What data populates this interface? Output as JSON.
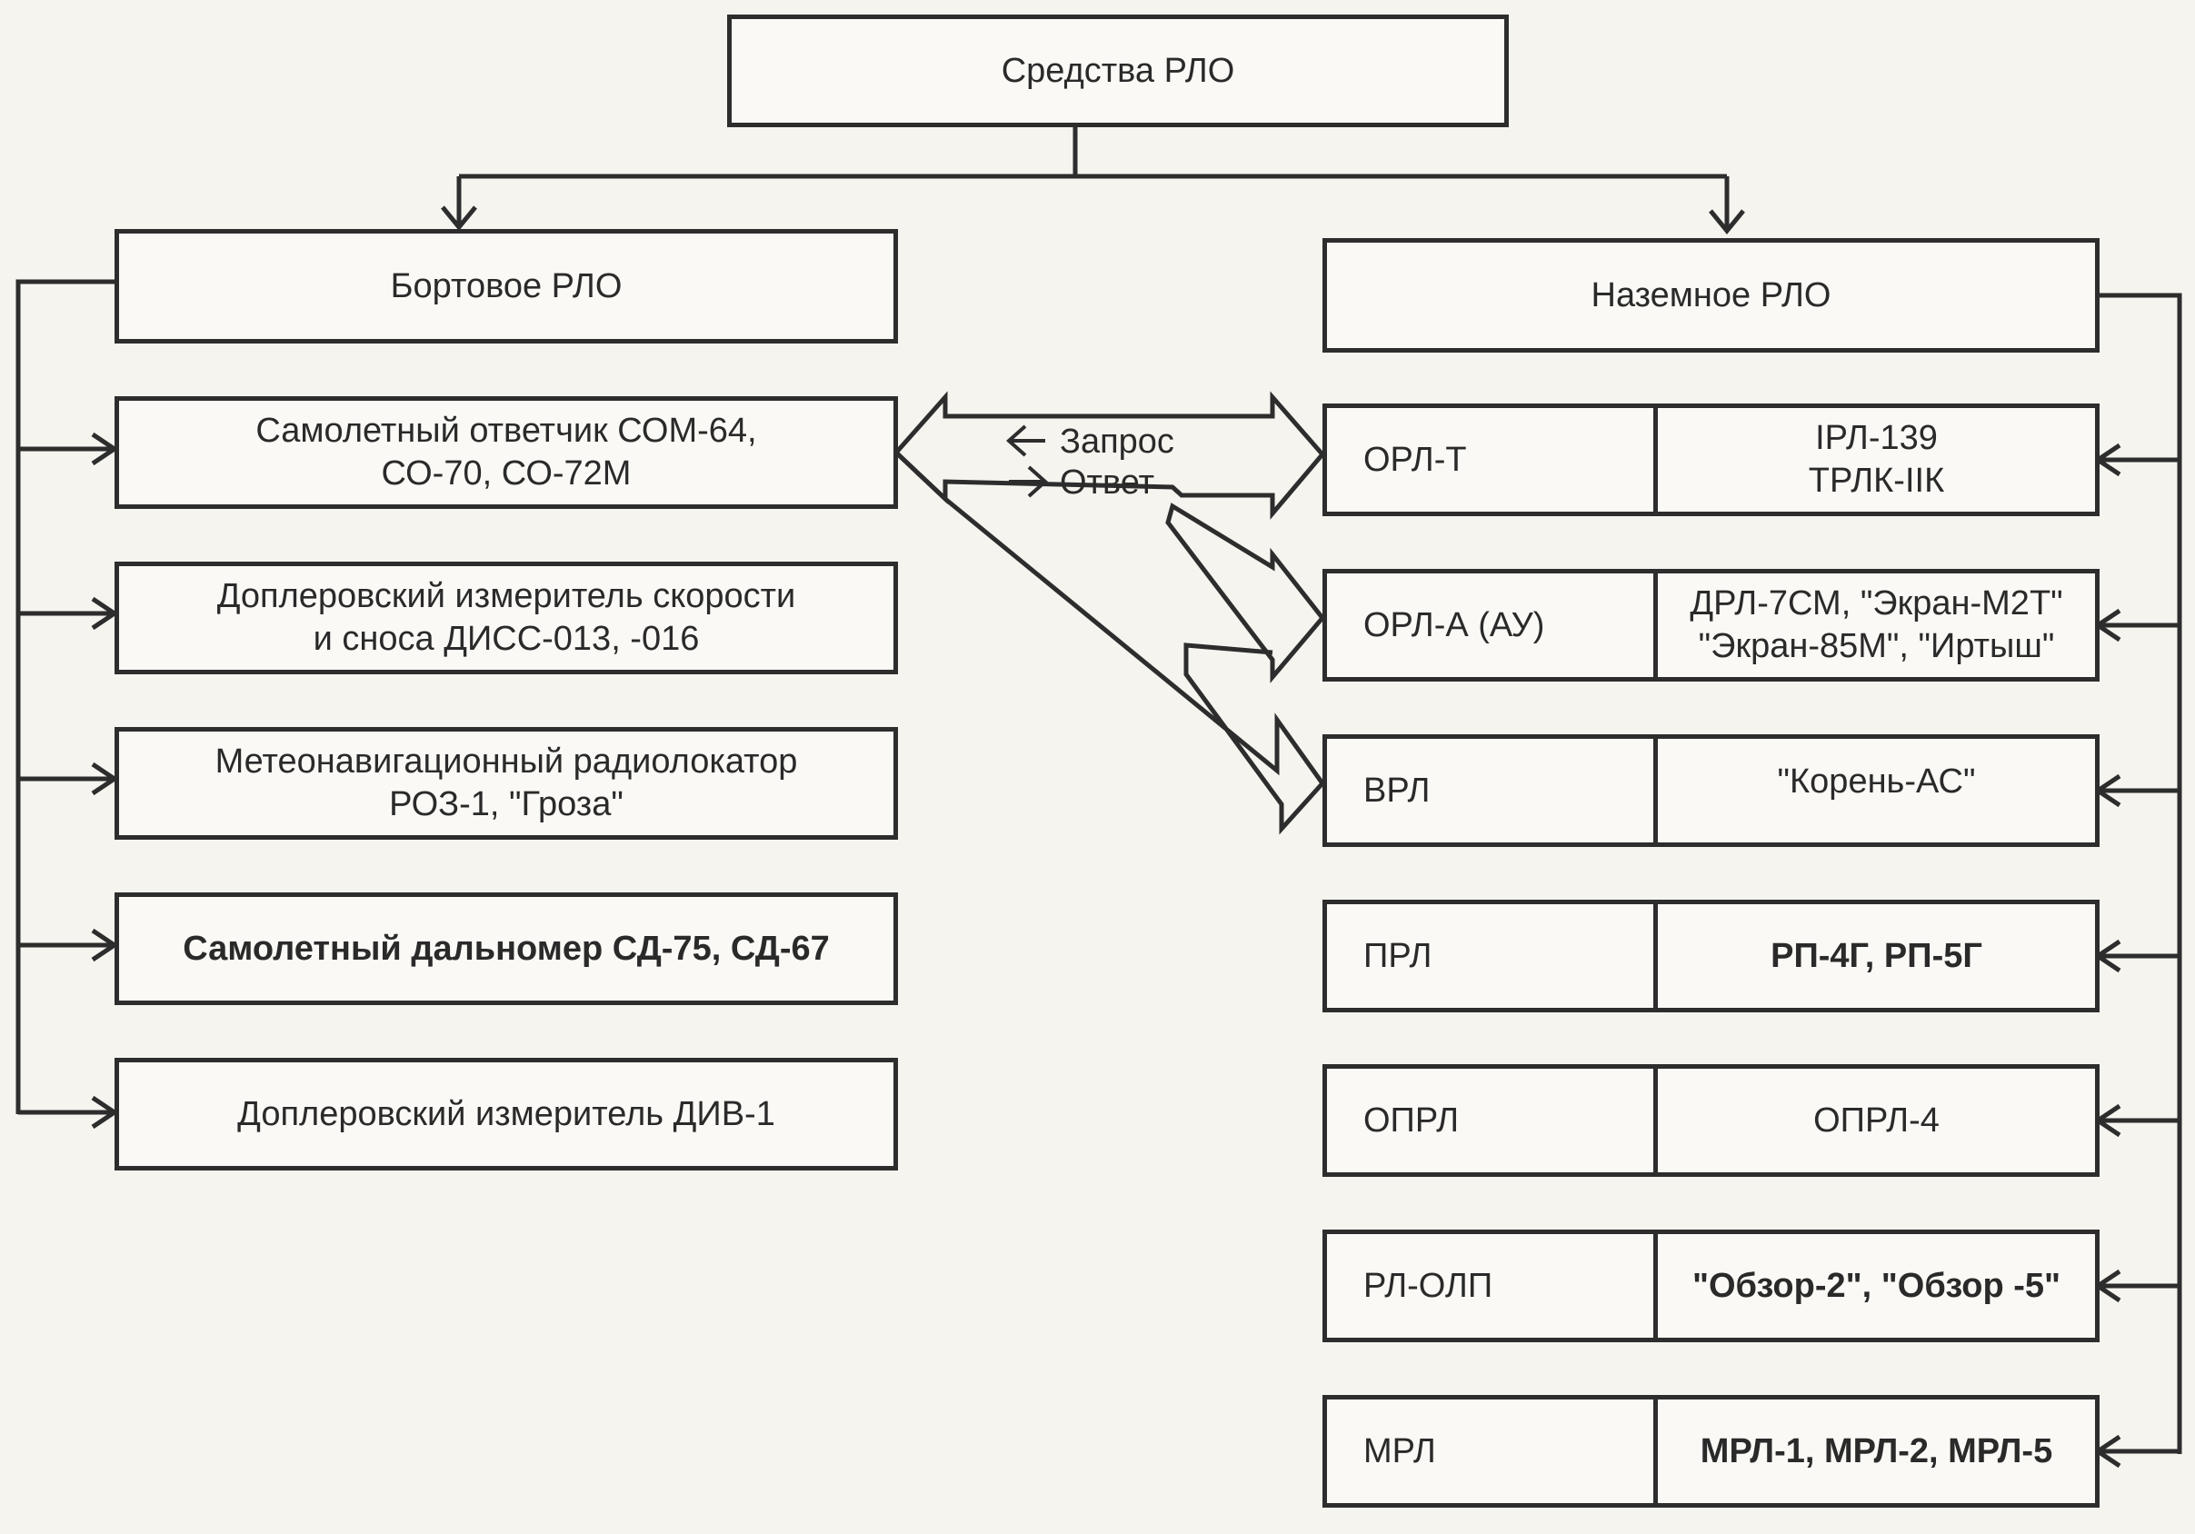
{
  "root": "Средства РЛО",
  "onboard": {
    "title": "Бортовое РЛО",
    "items": [
      "Самолетный ответчик СОМ-64,\nСО-70, СО-72М",
      "Доплеровский измеритель скорости\nи сноса ДИСС-013, -016",
      "Метеонавигационный радиолокатор\nРОЗ-1, \"Гроза\"",
      "Самолетный дальномер СД-75, СД-67",
      "Доплеровский измеритель ДИВ-1"
    ]
  },
  "ground": {
    "title": "Наземное РЛО",
    "items": [
      {
        "type": "ОРЛ-Т",
        "models": "IРЛ-139\nТРЛК-IIК"
      },
      {
        "type": "ОРЛ-А (АУ)",
        "models": "ДРЛ-7СМ, \"Экран-М2Т\"\n\"Экран-85М\", \"Иртыш\""
      },
      {
        "type": "ВРЛ",
        "models": "\"Корень-АС\""
      },
      {
        "type": "ПРЛ",
        "models": "РП-4Г, РП-5Г"
      },
      {
        "type": "ОПРЛ",
        "models": "ОПРЛ-4"
      },
      {
        "type": "РЛ-ОЛП",
        "models": "\"Обзор-2\", \"Обзор -5\""
      },
      {
        "type": "МРЛ",
        "models": "МРЛ-1, МРЛ-2, МРЛ-5"
      }
    ]
  },
  "legend": {
    "request": "Запрос",
    "response": "Ответ"
  }
}
